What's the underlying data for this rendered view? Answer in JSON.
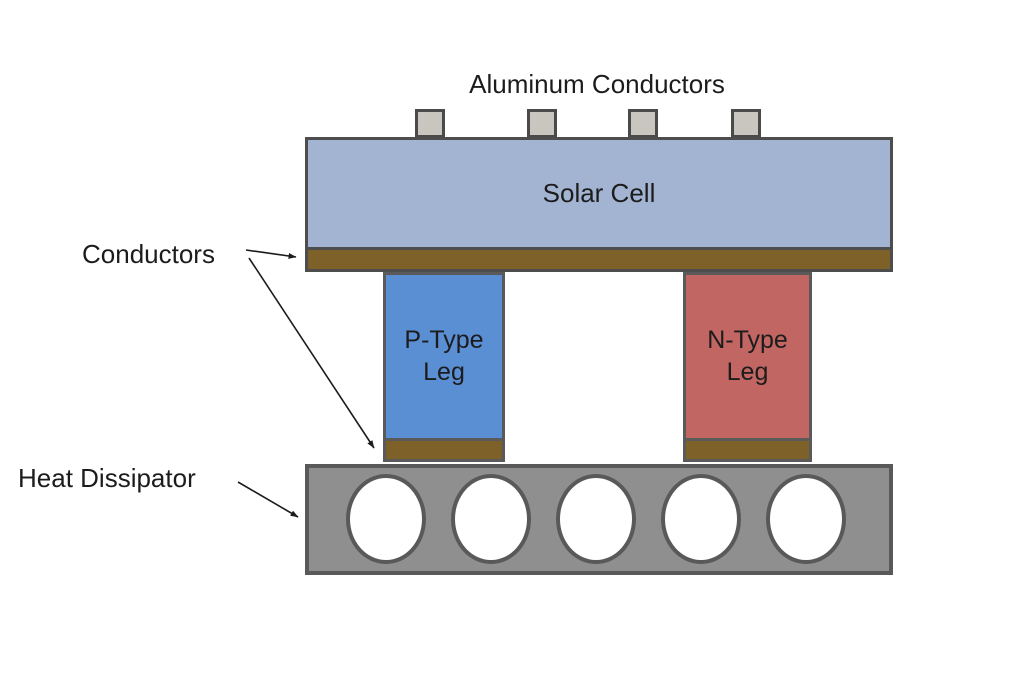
{
  "diagram": {
    "aluminum_conductors_label": "Aluminum Conductors",
    "solar_cell_label": "Solar Cell",
    "conductors_label": "Conductors",
    "heat_dissipator_label": "Heat Dissipator",
    "p_type_leg": {
      "line1": "P-Type",
      "line2": "Leg"
    },
    "n_type_leg": {
      "line1": "N-Type",
      "line2": "Leg"
    },
    "counts": {
      "aluminum_tabs": 4,
      "dissipator_holes": 5
    },
    "colors": {
      "solar_cell_fill": "#a3b4d3",
      "conductor_brown": "#7d6128",
      "p_type_fill": "#5b8fd4",
      "n_type_fill": "#c26663",
      "heat_dissipator_fill": "#8f8f8f",
      "aluminum_tab_fill": "#c9c6bf",
      "outline_dark": "#4d4d4d",
      "outline_gray": "#595959",
      "text": "#1c1c1c",
      "background": "#ffffff"
    }
  }
}
